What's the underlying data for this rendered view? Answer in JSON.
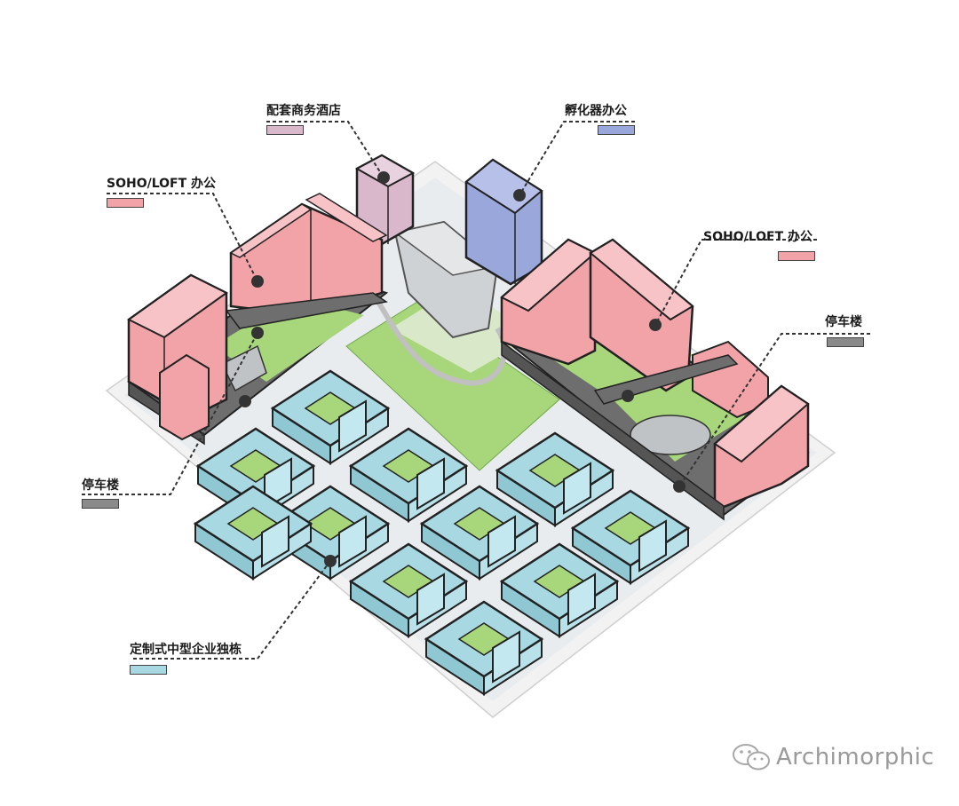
{
  "labels": {
    "hotel": "配套商务酒店",
    "incubator": "孵化器办公",
    "soho_left": "SOHO/LOFT 办公",
    "soho_right": "SOHO/LOFT 办公",
    "parking_right": "停车楼",
    "parking_left": "停车楼",
    "enterprise": "定制式中型企业独栋"
  },
  "colors": {
    "hotel": "#d9b8cc",
    "incubator": "#9aa7db",
    "soho": "#f2a3a8",
    "parking": "#8a8a8a",
    "enterprise": "#a8d8e2",
    "green": "#a8d67a",
    "ground": "#f3f3f3"
  },
  "watermark": {
    "text": "Archimorphic",
    "icon": "wechat-icon"
  }
}
